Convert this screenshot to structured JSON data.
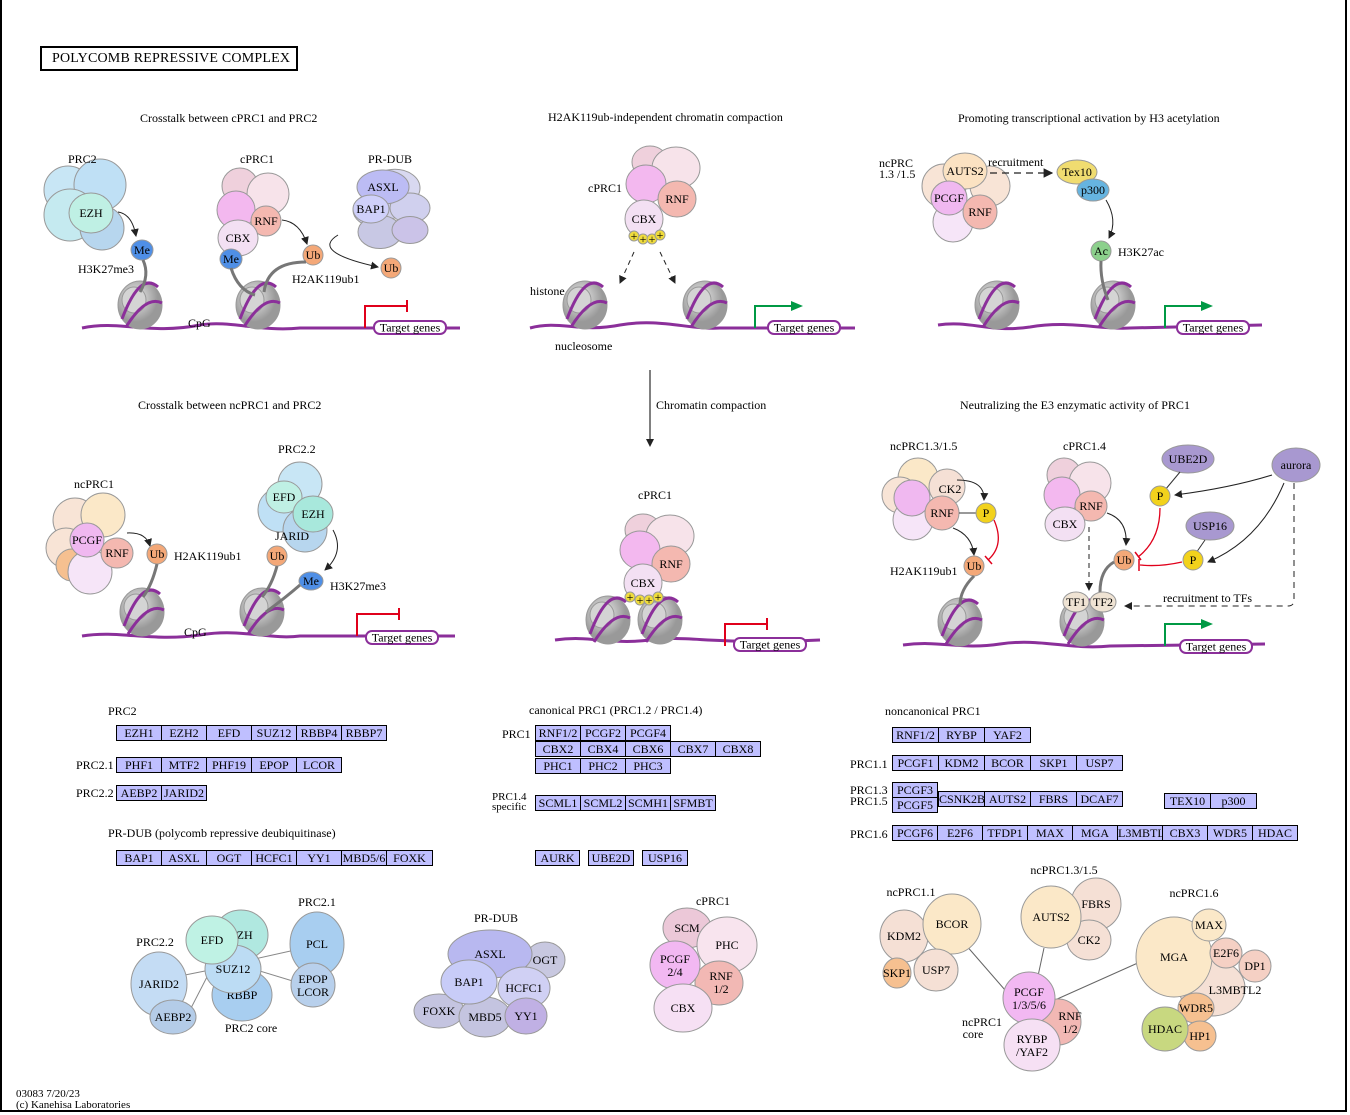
{
  "title": "POLYCOMB REPRESSIVE  COMPLEX",
  "footer": {
    "map_id": "03083 7/20/23",
    "copyright": "(c) Kanehisa Laboratories"
  },
  "panels": {
    "p1": {
      "title": "Crosstalk between cPRC1 and PRC2",
      "prc2": "PRC2",
      "cprc1": "cPRC1",
      "prdub": "PR-DUB",
      "ezh": "EZH",
      "me": "Me",
      "h3k27me3": "H3K27me3",
      "cbx": "CBX",
      "rnf": "RNF",
      "ub": "Ub",
      "h2ak": "H2AK119ub1",
      "asxl": "ASXL",
      "bap1": "BAP1",
      "cpg": "CpG",
      "target": "Target genes"
    },
    "p2": {
      "title": "H2AK119ub-independent chromatin compaction",
      "cprc1": "cPRC1",
      "rnf": "RNF",
      "cbx": "CBX",
      "histone": "histone",
      "nucleosome": "nucleosome",
      "target": "Target genes",
      "plus": "+"
    },
    "p3": {
      "title": "Promoting transcriptional activation by H3 acetylation",
      "ncprc": "ncPRC",
      "ncprc2": "1.3 /1.5",
      "auts2": "AUTS2",
      "pcgf": "PCGF",
      "rnf": "RNF",
      "recruitment": "recruitment",
      "tex10": "Tex10",
      "p300": "p300",
      "ac": "Ac",
      "h3k27ac": "H3K27ac",
      "target": "Target genes"
    },
    "p4": {
      "title": "Crosstalk between ncPRC1 and PRC2",
      "ncprc1": "ncPRC1",
      "prc22": "PRC2.2",
      "pcgf": "PCGF",
      "rnf": "RNF",
      "ub": "Ub",
      "h2ak": "H2AK119ub1",
      "efd": "EFD",
      "ezh": "EZH",
      "jarid": "JARID",
      "me": "Me",
      "h3k27me3": "H3K27me3",
      "cpg": "CpG",
      "target": "Target genes"
    },
    "p5": {
      "arrow_label": "Chromatin compaction",
      "cprc1": "cPRC1",
      "rnf": "RNF",
      "cbx": "CBX",
      "target": "Target genes",
      "plus": "+"
    },
    "p6": {
      "title": "Neutralizing the E3 enzymatic activity of PRC1",
      "ncprc": "ncPRC1.3/1.5",
      "cprc14": "cPRC1.4",
      "ck2": "CK2",
      "rnf": "RNF",
      "p": "P",
      "ub": "Ub",
      "h2ak": "H2AK119ub1",
      "cbx": "CBX",
      "ube2d": "UBE2D",
      "usp16": "USP16",
      "aurora": "aurora",
      "tf1": "TF1",
      "tf2": "TF2",
      "recruit": "recruitment to TFs",
      "target": "Target genes"
    }
  },
  "gene_tables": {
    "prc2": {
      "header": "PRC2",
      "genes": [
        "EZH1",
        "EZH2",
        "EFD",
        "SUZ12",
        "RBBP4",
        "RBBP7"
      ]
    },
    "prc21": {
      "label": "PRC2.1",
      "genes": [
        "PHF1",
        "MTF2",
        "PHF19",
        "EPOP",
        "LCOR"
      ]
    },
    "prc22": {
      "label": "PRC2.2",
      "genes": [
        "AEBP2",
        "JARID2"
      ]
    },
    "prdub": {
      "header": "PR-DUB (polycomb repressive deubiquitinase)",
      "genes": [
        "BAP1",
        "ASXL",
        "OGT",
        "HCFC1",
        "YY1",
        "MBD5/6",
        "FOXK"
      ]
    },
    "cprc1": {
      "header": "canonical PRC1 (PRC1.2 / PRC1.4)",
      "label": "PRC1",
      "row1": [
        "RNF1/2",
        "PCGF2",
        "PCGF4"
      ],
      "row2": [
        "CBX2",
        "CBX4",
        "CBX6",
        "CBX7",
        "CBX8"
      ],
      "row3": [
        "PHC1",
        "PHC2",
        "PHC3"
      ]
    },
    "prc14": {
      "label1": "PRC1.4",
      "label2": "specific",
      "genes": [
        "SCML1",
        "SCML2",
        "SCMH1",
        "SFMBT"
      ]
    },
    "misc": {
      "genes": [
        "AURK",
        "UBE2D",
        "USP16"
      ]
    },
    "ncprc1": {
      "header": "noncanonical PRC1",
      "core": [
        "RNF1/2",
        "RYBP",
        "YAF2"
      ],
      "prc11": {
        "label": "PRC1.1",
        "genes": [
          "PCGF1",
          "KDM2",
          "BCOR",
          "SKP1",
          "USP7"
        ]
      },
      "prc135": {
        "label1": "PRC1.3",
        "label2": "PRC1.5",
        "pcgf3": "PCGF3",
        "pcgf5": "PCGF5",
        "genes": [
          "CSNK2B",
          "AUTS2",
          "FBRS",
          "DCAF7"
        ],
        "extra": [
          "TEX10",
          "p300"
        ]
      },
      "prc16": {
        "label": "PRC1.6",
        "genes": [
          "PCGF6",
          "E2F6",
          "TFDP1",
          "MAX",
          "MGA",
          "L3MBTL",
          "CBX3",
          "WDR5",
          "HDAC"
        ]
      }
    }
  },
  "complex_diagrams": {
    "prc2": {
      "prc22": "PRC2.2",
      "prc21": "PRC2.1",
      "core": "PRC2 core",
      "efd": "EFD",
      "ezh": "EZH",
      "suz12": "SUZ12",
      "rbbp": "RBBP",
      "jarid2": "JARID2",
      "aebp2": "AEBP2",
      "pcl": "PCL",
      "epop": "EPOP",
      "lcor": "LCOR"
    },
    "prdub": {
      "title": "PR-DUB",
      "asxl": "ASXL",
      "ogt": "OGT",
      "bap1": "BAP1",
      "hcfc1": "HCFC1",
      "foxk": "FOXK",
      "mbd5": "MBD5",
      "yy1": "YY1"
    },
    "cprc1": {
      "title": "cPRC1",
      "scm": "SCM",
      "phc": "PHC",
      "pcgf": "PCGF",
      "pcgf2": "2/4",
      "rnf": "RNF",
      "rnf2": "1/2",
      "cbx": "CBX"
    },
    "ncprc1": {
      "t11": "ncPRC1.1",
      "t135": "ncPRC1.3/1.5",
      "t16": "ncPRC1.6",
      "core1": "ncPRC1",
      "core2": "core",
      "kdm2": "KDM2",
      "bcor": "BCOR",
      "skp1": "SKP1",
      "usp7": "USP7",
      "auts2": "AUTS2",
      "fbrs": "FBRS",
      "ck2": "CK2",
      "pcgf": "PCGF",
      "pcgf2": "1/3/5/6",
      "rnf": "RNF",
      "rnf2": "1/2",
      "rybp": "RYBP",
      "rybp2": "/YAF2",
      "mga": "MGA",
      "max": "MAX",
      "e2f6": "E2F6",
      "dp1": "DP1",
      "l3mbtl2": "L3MBTL2",
      "wdr5": "WDR5",
      "hdac": "HDAC",
      "hp1": "HP1"
    }
  },
  "colors": {
    "gene_box": "#bfbfff",
    "dna": "#8b2f9a",
    "repress": "#e0001b",
    "activate": "#009944"
  }
}
